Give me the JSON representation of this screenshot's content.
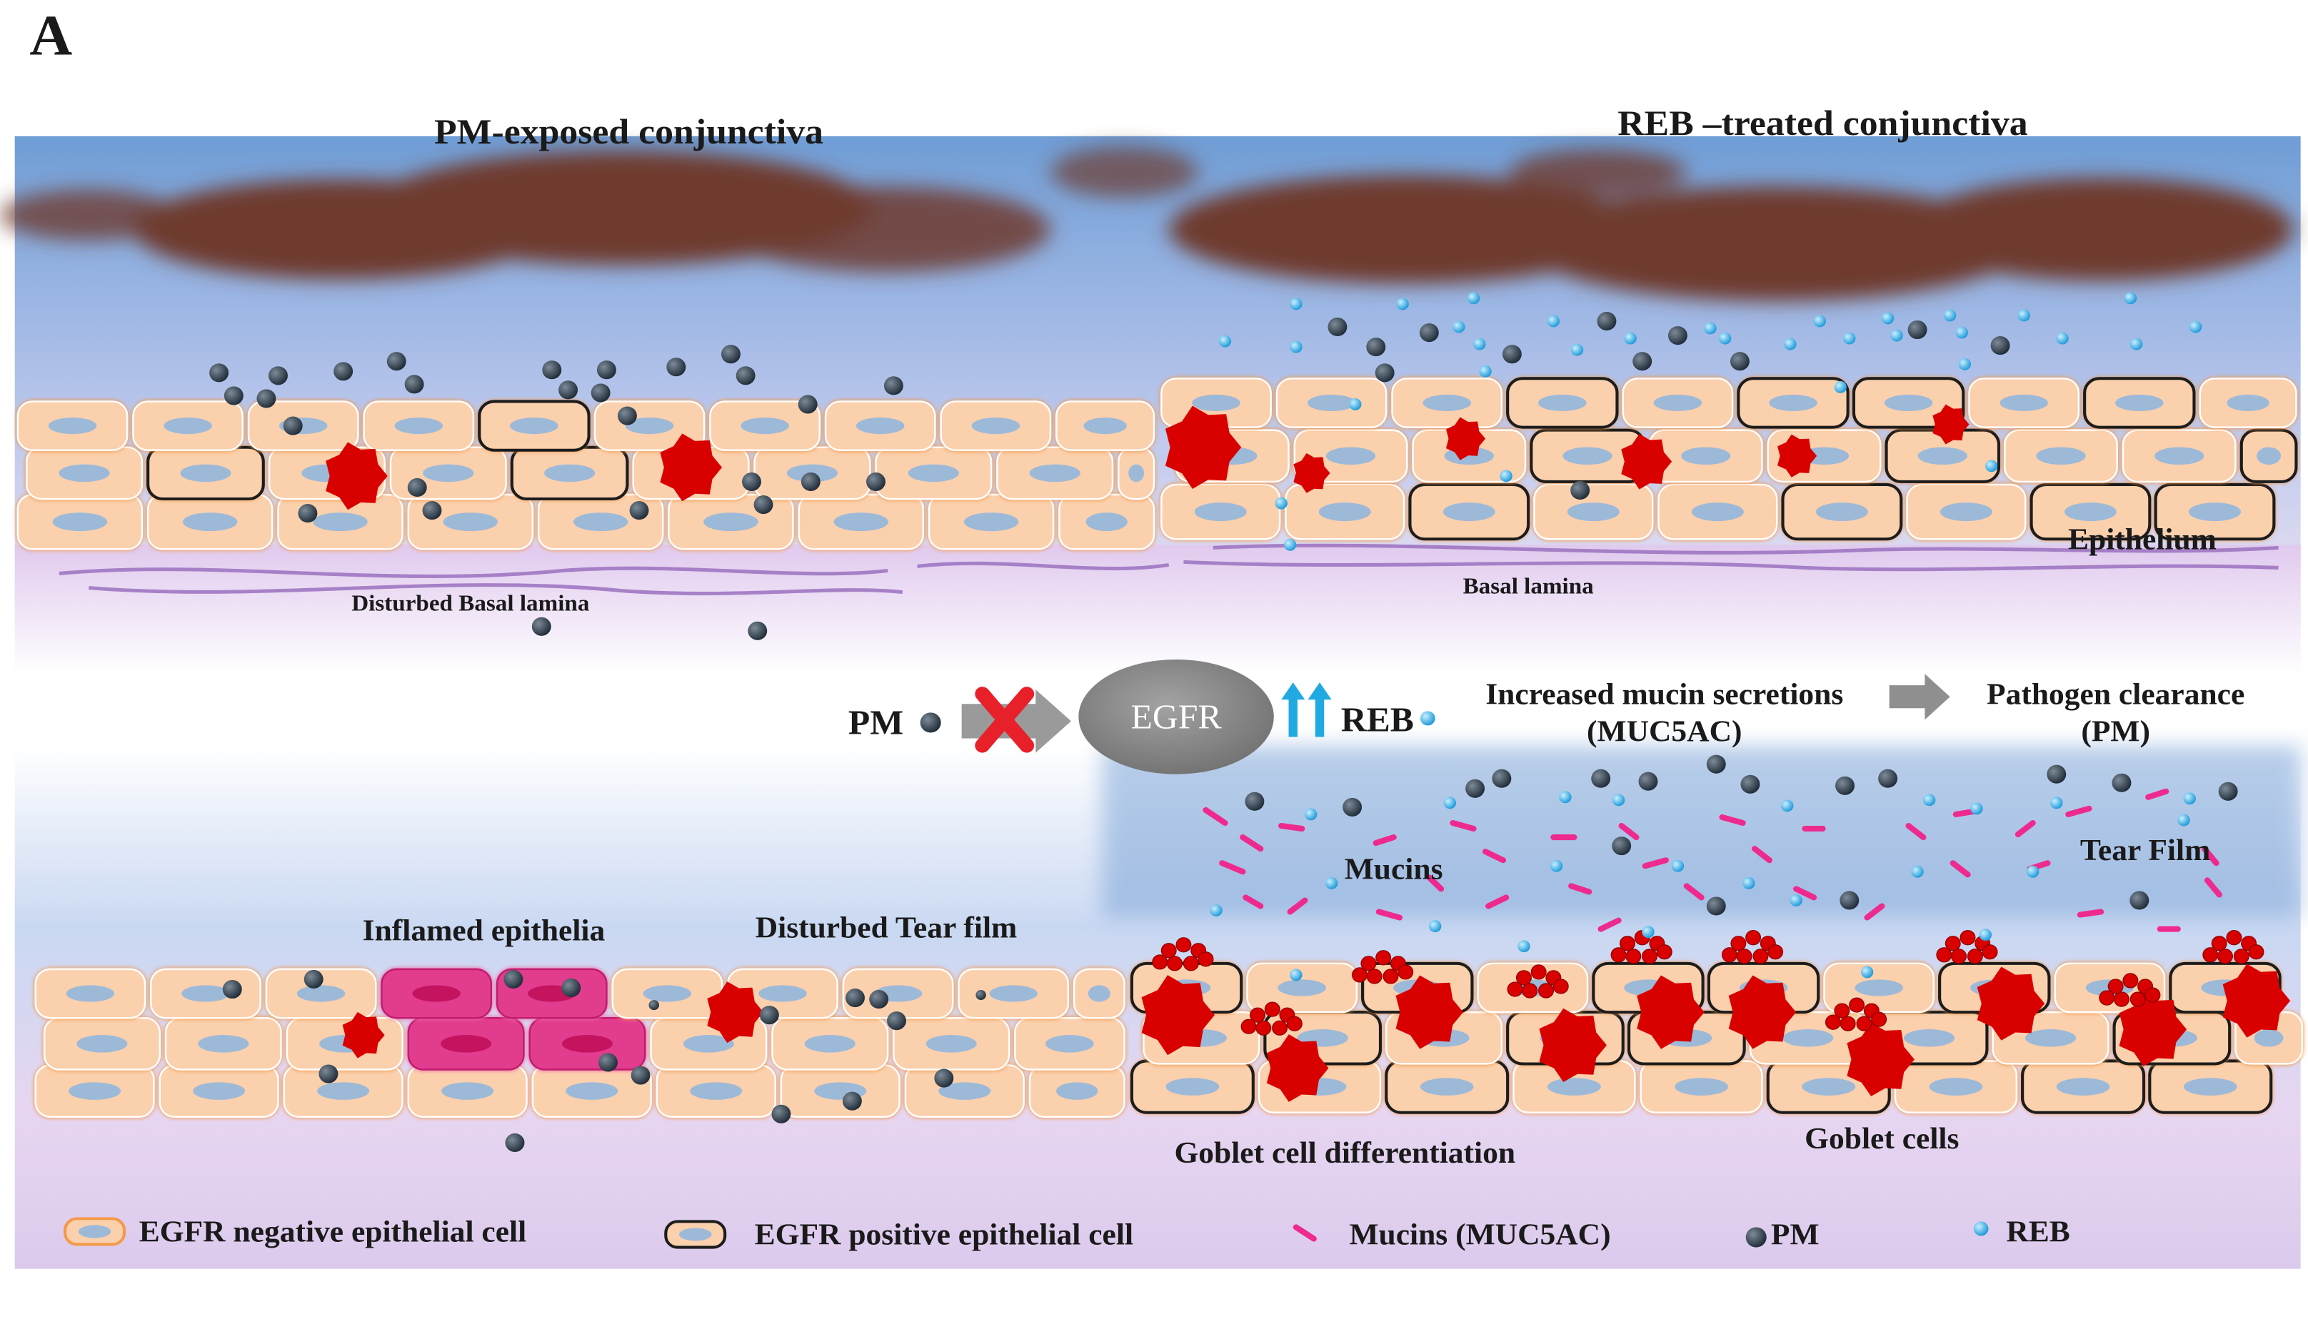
{
  "panel_label": "A",
  "top_panel": {
    "left_title": "PM-exposed conjunctiva",
    "right_title": "REB –treated conjunctiva",
    "left_lamina_label": "Disturbed Basal lamina",
    "right_lamina_label": "Basal lamina",
    "epithelium_label": "Epithelium"
  },
  "pathway": {
    "pm_label": "PM",
    "receptor_label": "EGFR",
    "reb_label": "REB",
    "effect_line1": "Increased mucin secretions",
    "effect_line2": "(MUC5AC)",
    "outcome_line1": "Pathogen clearance",
    "outcome_line2": "(PM)"
  },
  "bottom_panel": {
    "inflamed_label": "Inflamed epithelia",
    "disturbed_tear_label": "Disturbed Tear film",
    "mucins_label": "Mucins",
    "tear_film_label": "Tear Film",
    "goblet_diff_label": "Goblet cell differentiation",
    "goblet_cells_label": "Goblet cells"
  },
  "legend": {
    "egfr_negative": "EGFR negative epithelial cell",
    "egfr_positive": "EGFR positive epithelial cell",
    "mucins": "Mucins (MUC5AC)",
    "pm": "PM",
    "reb": "REB"
  },
  "colors": {
    "cell_fill": "#fbd0ad",
    "cell_glow": "#f39a4a",
    "nucleus": "#9db9d8",
    "egfr_positive_outline": "#1c1c1c",
    "pm_particle": "#273846",
    "reb_particle": "#29abe2",
    "mucin": "#ee2a8e",
    "goblet_secretion": "#d90000",
    "inflamed_cell": "#e23c8f",
    "basal_lamina": "#9b72c0",
    "mucus_layer": "#6e3b2e",
    "tear_fluid": "#7ea6d6",
    "stroma": "#d7bfe6",
    "receptor": "#8c8c8c",
    "up_arrow": "#21a9e1",
    "block_cross": "#e8202a"
  },
  "icons": [
    "block-x-icon",
    "gray-arrow-icon",
    "up-arrows-icon"
  ]
}
